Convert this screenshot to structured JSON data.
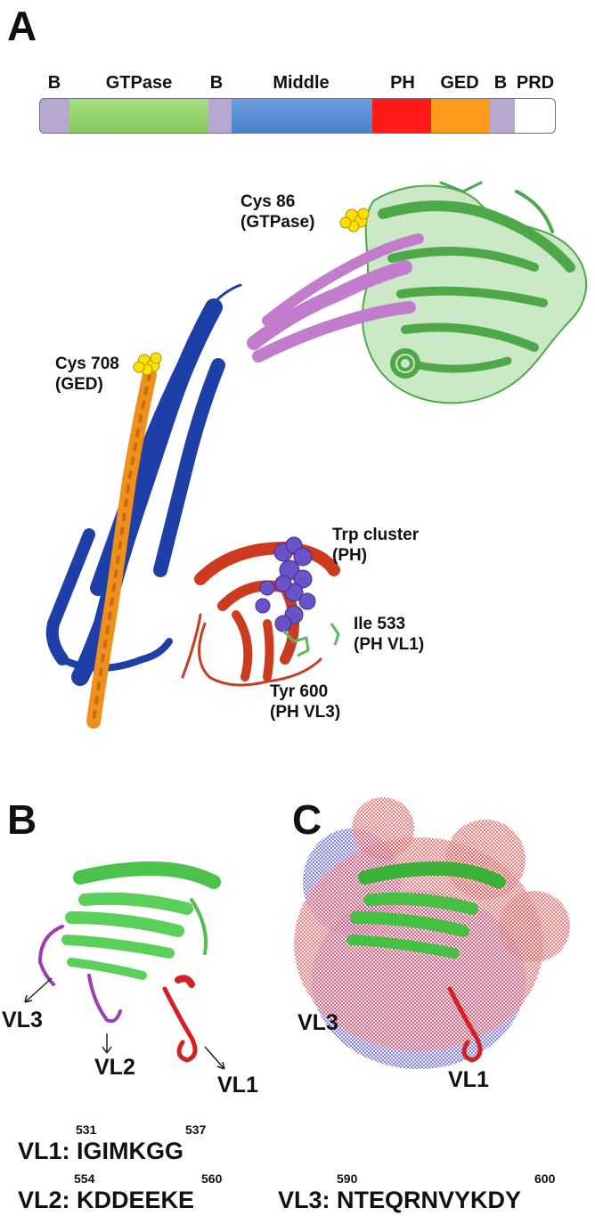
{
  "panels": {
    "a": "A",
    "b": "B",
    "c": "C"
  },
  "domain_bar": {
    "labels": {
      "b1": "B",
      "gtpase": "GTPase",
      "b2": "B",
      "middle": "Middle",
      "ph": "PH",
      "ged": "GED",
      "b3": "B",
      "prd": "PRD"
    },
    "colors": {
      "b": "#b7a8d2",
      "gtpase": "#93d36a",
      "middle": "#5b8fd6",
      "ph": "#ff1a1a",
      "ged": "#ff9a1a",
      "prd": "#ffffff",
      "outline": "#6e6e90"
    }
  },
  "structure_annotations": {
    "cys86": {
      "line1": "Cys 86",
      "line2": "(GTPase)"
    },
    "cys708": {
      "line1": "Cys 708",
      "line2": "(GED)"
    },
    "trp": {
      "line1": "Trp cluster",
      "line2": "(PH)"
    },
    "ile533": {
      "line1": "Ile 533",
      "line2": "(PH VL1)"
    },
    "tyr600": {
      "line1": "Tyr 600",
      "line2": "(PH VL3)"
    }
  },
  "structure_colors": {
    "gtpase_domain": "#4ea84a",
    "bse": "#c27ccc",
    "middle_domain": "#1f3fa8",
    "ged_helix": "#f0901c",
    "ph_domain": "#cc3b1f",
    "trp_spheres": "#6a52c8",
    "cys_spheres": "#ffe000",
    "side_chains": "#5fb85f"
  },
  "panel_b": {
    "vl3": "VL3",
    "vl2": "VL2",
    "vl1": "VL1"
  },
  "panel_c": {
    "vl3": "VL3",
    "vl1": "VL1",
    "negative_mesh": "#ff3030",
    "positive_mesh": "#3a3aff"
  },
  "sequences": {
    "vl1": {
      "label": "VL1: ",
      "seq": "IGIMKGG",
      "start": "531",
      "end": "537"
    },
    "vl2": {
      "label": "VL2: ",
      "seq": "KDDEEKE",
      "start": "554",
      "end": "560"
    },
    "vl3": {
      "label": "VL3: ",
      "seq": "NTEQRNVYKDY",
      "start": "590",
      "end": "600"
    }
  }
}
